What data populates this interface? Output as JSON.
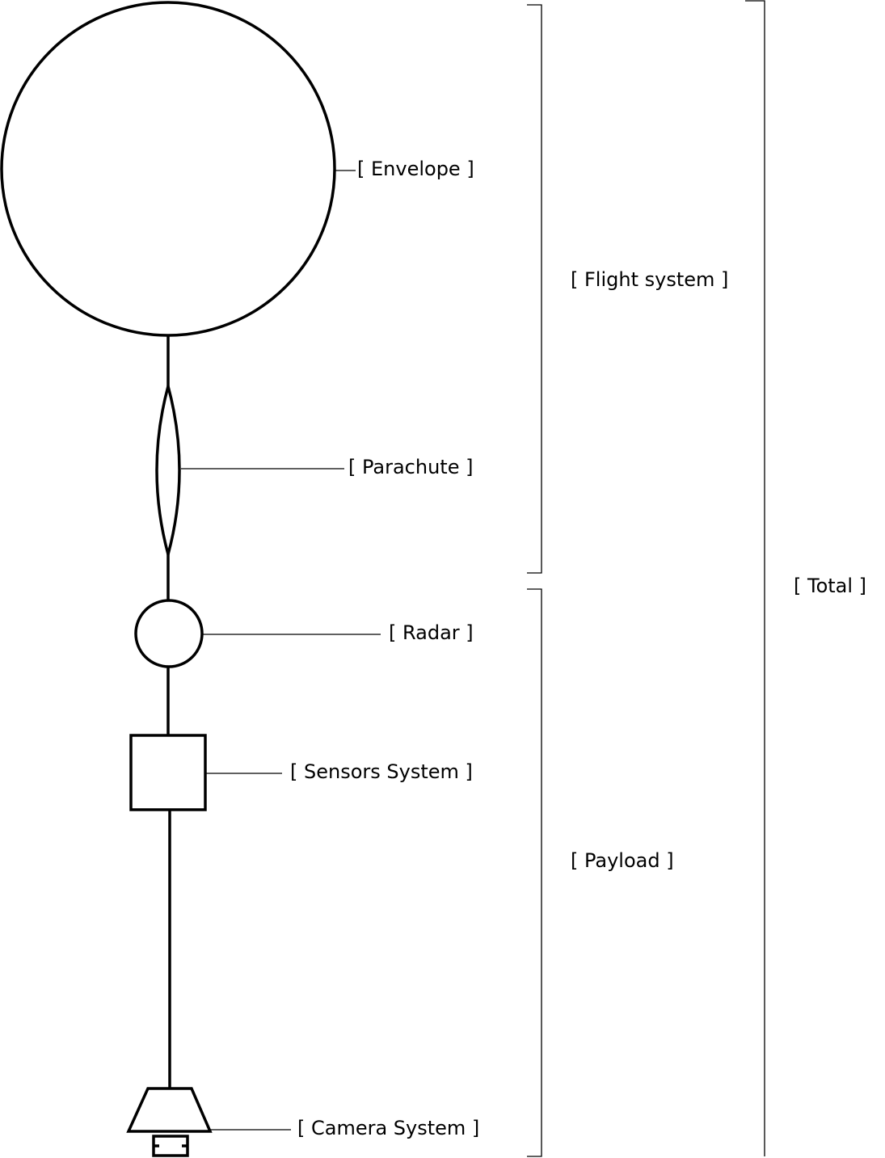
{
  "labels": {
    "envelope": "[ Envelope ]",
    "parachute": "[ Parachute ]",
    "radar": "[ Radar ]",
    "sensors": "[ Sensors System ]",
    "camera": "[ Camera System ]",
    "flight_system": "[ Flight system ]",
    "payload": "[ Payload ]",
    "total": "[ Total ]"
  },
  "colors": {
    "stroke": "#000000",
    "background": "#ffffff"
  }
}
